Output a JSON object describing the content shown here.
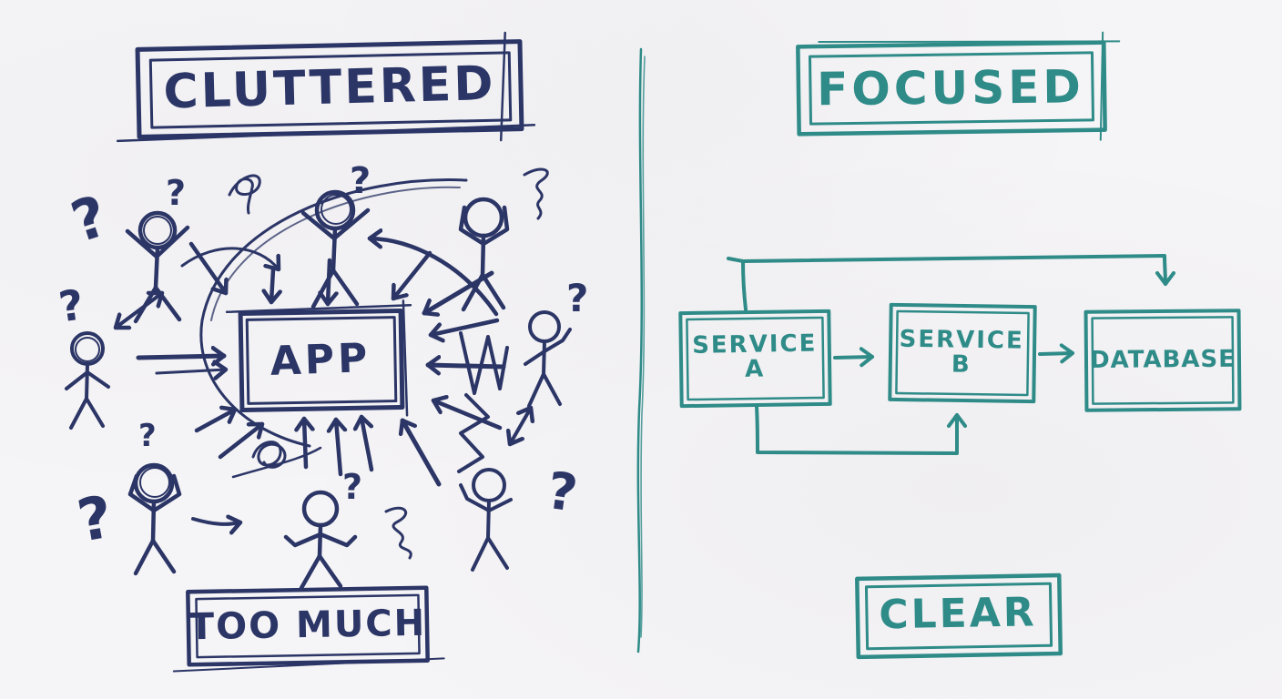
{
  "palette": {
    "ink_navy": "#2b3566",
    "ink_teal": "#2e8b88",
    "background": "#f5f4f6"
  },
  "symbols": {
    "question_mark": "?"
  },
  "left_panel": {
    "title": "CLUTTERED",
    "center_node_label": "APP",
    "caption": "TOO MUCH"
  },
  "right_panel": {
    "title": "FOCUSED",
    "caption": "CLEAR",
    "nodes": {
      "service_a": {
        "line1": "SERVICE",
        "line2": "A"
      },
      "service_b": {
        "line1": "SERVICE",
        "line2": "B"
      },
      "database": {
        "line1": "DATABASE"
      }
    },
    "edges": [
      "service_a -> service_b",
      "service_b -> database",
      "service_a -> database (top route)",
      "service_a -> service_b (bottom route)"
    ]
  }
}
